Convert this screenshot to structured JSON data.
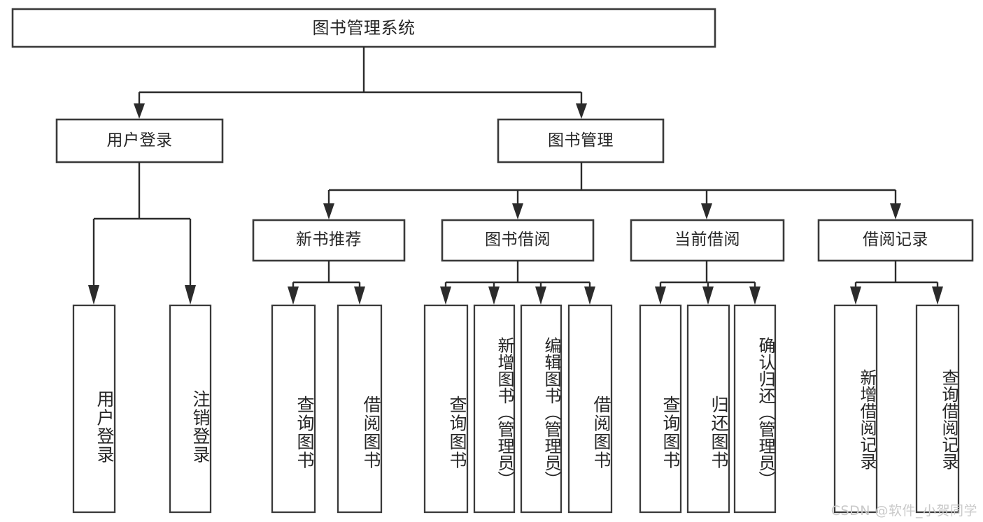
{
  "diagram": {
    "title": "图书管理系统",
    "type": "hierarchy-tree",
    "watermark": "CSDN @软件_小贺同学",
    "colors": {
      "box_stroke": "#3a3a3a",
      "link_stroke": "#2b2b2b",
      "box_fill": "#ffffff",
      "text": "#262626",
      "watermark": "#c9c9c9"
    },
    "levels": {
      "root": {
        "label": "图书管理系统"
      },
      "level2": [
        {
          "label": "用户登录"
        },
        {
          "label": "图书管理"
        }
      ],
      "level3": [
        {
          "label": "新书推荐"
        },
        {
          "label": "图书借阅"
        },
        {
          "label": "当前借阅"
        },
        {
          "label": "借阅记录"
        }
      ],
      "leaves": {
        "user_login": [
          {
            "label": "用户登录"
          },
          {
            "label": "注销登录"
          }
        ],
        "new_book_recommend": [
          {
            "label": "查询图书"
          },
          {
            "label": "借阅图书"
          }
        ],
        "book_borrow": [
          {
            "label": "查询图书"
          },
          {
            "label": "新增图书（管理员）"
          },
          {
            "label": "编辑图书（管理员）"
          },
          {
            "label": "借阅图书"
          }
        ],
        "current_borrow": [
          {
            "label": "查询图书"
          },
          {
            "label": "归还图书"
          },
          {
            "label": "确认归还（管理员）"
          }
        ],
        "borrow_record": [
          {
            "label": "新增借阅记录"
          },
          {
            "label": "查询借阅记录"
          }
        ]
      }
    }
  }
}
